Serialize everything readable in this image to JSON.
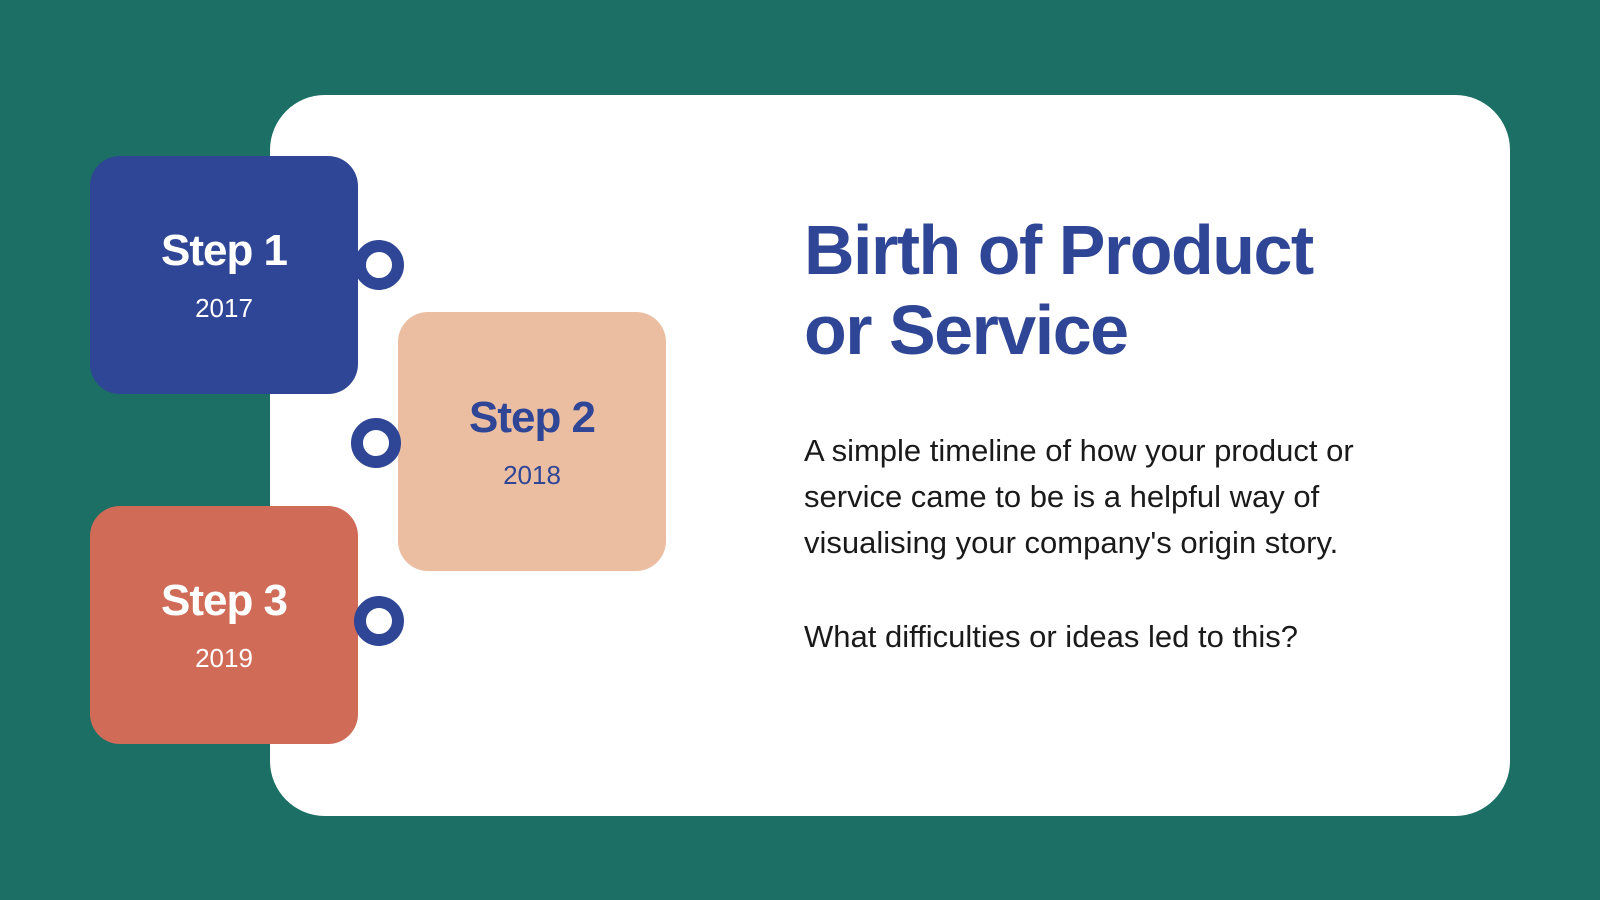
{
  "heading": {
    "line1": "Birth of Product",
    "line2": "or Service"
  },
  "body": "A simple timeline of how your product or service came to be is a helpful way of visualising your company's origin story.",
  "question": "What difficulties or ideas led to this?",
  "steps": [
    {
      "title": "Step 1",
      "year": "2017",
      "color": "#2f4595"
    },
    {
      "title": "Step 2",
      "year": "2018",
      "color": "#ebbea2"
    },
    {
      "title": "Step 3",
      "year": "2019",
      "color": "#d06b57"
    }
  ],
  "colors": {
    "background": "#1b6f64",
    "card": "#ffffff",
    "accent": "#2f4595"
  }
}
